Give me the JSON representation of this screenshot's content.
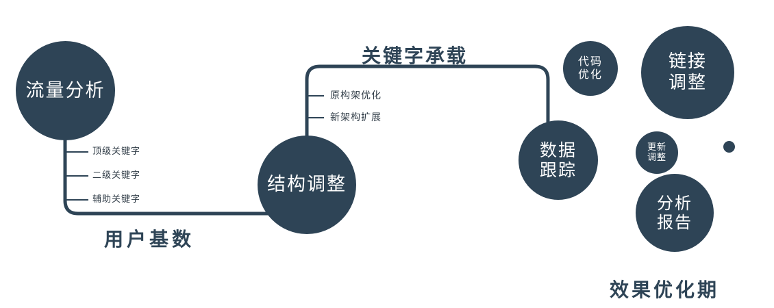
{
  "nodes": {
    "traffic": {
      "label": "流量分析"
    },
    "structure": {
      "label": "结构调整"
    },
    "data_tracking": {
      "line1": "数据",
      "line2": "跟踪"
    },
    "code_opt": {
      "line1": "代码",
      "line2": "优化"
    },
    "link_adjust": {
      "line1": "链接",
      "line2": "调整"
    },
    "update_adjust": {
      "line1": "更新",
      "line2": "调整"
    },
    "analysis_report": {
      "line1": "分析",
      "line2": "报告"
    }
  },
  "branches": {
    "traffic": [
      "顶级关键字",
      "二级关键字",
      "辅助关键字"
    ],
    "structure": [
      "原构架优化",
      "新架构扩展"
    ]
  },
  "edges": {
    "user_base": "用户基数",
    "keyword_bearing": "关键字承载"
  },
  "footer": {
    "label": "效果优化期"
  },
  "colors": {
    "primary": "#2E4456",
    "node_text": "#FFFFFF",
    "branch_text": "#2F3B46",
    "background": "#FFFFFF"
  }
}
